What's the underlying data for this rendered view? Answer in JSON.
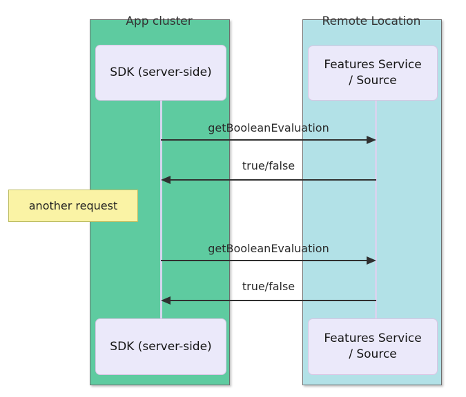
{
  "diagram": {
    "type": "sequence",
    "groups": [
      {
        "label": "App cluster",
        "fill": "#5ECBA0"
      },
      {
        "label": "Remote Location",
        "fill": "#B2E1E7"
      }
    ],
    "participants": [
      {
        "label": "SDK (server-side)",
        "group": "App cluster"
      },
      {
        "label": "Features Service\n/ Source",
        "group": "Remote Location"
      }
    ],
    "messages": [
      {
        "label": "getBooleanEvaluation",
        "direction": "right"
      },
      {
        "label": "true/false",
        "direction": "left"
      },
      {
        "label": "getBooleanEvaluation",
        "direction": "right"
      },
      {
        "label": "true/false",
        "direction": "left"
      }
    ],
    "note": {
      "label": "another request",
      "fill": "#FAF3A5"
    },
    "colors": {
      "participant_fill": "#EBE9FA",
      "participant_border": "#D9C6E4",
      "note_border": "#BCBC62",
      "group_border": "#6E6E6E",
      "arrow": "#303030",
      "lifeline": "#D5D5EE",
      "text": "#2A2A2A",
      "background": "#FFFFFF"
    }
  }
}
